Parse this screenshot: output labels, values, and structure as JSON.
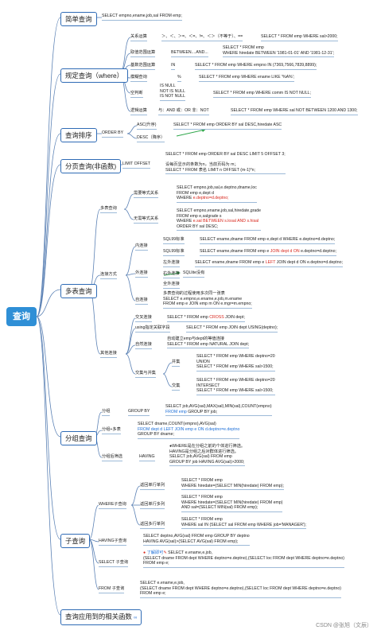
{
  "root": "查询",
  "branches": {
    "simple": "简单查询",
    "where": "规定查询（where）",
    "order": "查询排序",
    "page": "分页查询(非函数)",
    "multi": "多表查询",
    "group": "分组查询",
    "subq": "子查询",
    "funcs": "查询应用到的相关函数"
  },
  "simple_sql": "SELECT empno,ename,job,sal FROM emp;",
  "where": {
    "rel_label": "关系运算",
    "rel_ops": "＞、＜、＞=、＜=、!=、＜＞（不等于）、==",
    "rel_sql": "SELECT * FROM emp WHERE sal>2000;",
    "range_label": "取值范围运算",
    "range_op": "BETWEEN....AND...",
    "range_sql": [
      "SELECT * FROM emp",
      "WHERE hiredate BETWEEN '1981-01-01' AND '1981-12-31';"
    ],
    "base_label": "基数范围运算",
    "base_op": "IN",
    "base_sql": "SELECT * FROM emp WHERE empno IN (7369,7566,7839,8899);",
    "fuzzy_label": "模糊查询",
    "fuzzy_op": "%",
    "fuzzy_sql": "SELECT * FROM emp WHERE ename LIKE '%A%';",
    "null_label": "空判断",
    "null_ops": [
      "IS NULL",
      "NOT IS NULL",
      "IS NOT NULL"
    ],
    "null_sql": "SELECT * FROM emp WHERE comm IS NOT NULL;",
    "logic_label": "逻辑运算",
    "logic_ops": "与：AND 或：OR 非：NOT",
    "logic_sql": "SELECT * FROM emp WHERE sal NOT BETWEEN 1200 AND 1300;"
  },
  "order": {
    "kw": "ORDER BY",
    "asc": "ASC(升序)",
    "desc": "DESC（降序）",
    "sql": "SELECT * FROM emp ORDER BY sal DESC,hiredate ASC"
  },
  "page": {
    "kw": "LIMIT  OFFSET",
    "lines": [
      "SELECT * FROM emp ORDER BY sal DESC LIMIT 5 OFFSET 3;",
      "",
      "设每页显示的条数为n，当前页码为 m；",
      "SELECT * FROM 表名 LIMIT n OFFSET (m-1)*n;"
    ]
  },
  "multi": {
    "mt_label": "多表查询",
    "eq_label": "需要等式关系",
    "eq_sql": [
      "SELECT empno,job,sal,e.deptno,dname,loc",
      "FROM emp e,dept d"
    ],
    "eq_red": "e.deptno=d.deptno;",
    "eq_where": "WHERE ",
    "neq_label": "无需等式关系",
    "neq_sql": [
      "SELECT empno,ename,job,sal,hiredate,grade",
      "FROM emp e,salgrade s"
    ],
    "neq_where": "WHERE ",
    "neq_red": "e.sal BETWEEN s.losal AND s.hisal",
    "neq_tail": "ORDER BY sal DESC;",
    "join_label": "连接方式",
    "inner_label": "内连接",
    "sql99": "SQL99标准",
    "inner99": "SELECT ename,dname FROM emp e,dept d WHERE e.deptno=d.deptno;",
    "sql99b": "SQL99标准",
    "inner99b_a": "SELECT ename,dname FROM emp e ",
    "inner99b_red": "JOIN dept d ON",
    "inner99b_b": " e.deptno=d.deptno;",
    "outer_label": "外连接",
    "left_label": "左外连接",
    "left_a": "SELECT ename,dname FROM emp e ",
    "left_red": "LEFT",
    "left_b": " JOIN dept d ON e.deptno=d.deptno;",
    "right_label": "右外连接",
    "right_note": "SQLlite没有",
    "full_label": "全外连接",
    "self_label": "自连接",
    "self_lines": [
      "多表查询的过程使用多次同一张表",
      "SELECT e.empno,e.ename,e.job,m.ename",
      "FROM emp e JOIN emp m ON e.mgr=m.empno;"
    ],
    "other_label": "其他连接",
    "cross_label": "交叉连接",
    "cross_a": "SELECT * FROM emp ",
    "cross_red": "CROSS",
    "cross_b": " JOIN dept;",
    "using_label": "using指定关联字段",
    "using_sql": "SELECT * FROM emp JOIN dept USING(deptno);",
    "natural_label": "自然连接",
    "natural_lines": [
      "自动建立emp与dept的等值连接",
      "SELECT * FROM emp NATURAL JOIN dept;"
    ],
    "set_label": "交集与并集",
    "union_label": "并集",
    "union_lines": [
      "SELECT * FROM emp WHERE deptno=20",
      "UNION",
      "SELECT * FROM emp WHERE sal>1500;"
    ],
    "inter_label": "交集",
    "inter_lines": [
      "SELECT * FROM emp WHERE deptno=20",
      "INTERSECT",
      "SELECT * FROM emp WHERE sal>1500;"
    ]
  },
  "group": {
    "g_label": "分组",
    "g_kw": "GROUP BY",
    "g_line1": "SELECT job,AVG(sal),MAX(sal),MIN(sal),COUNT(empno)",
    "g_line2_blue": "FROM emp",
    "g_line2_b": "  GROUP BY job;",
    "gm_label": "分组+多表",
    "gm_line1": "SELECT dname,COUNT(empno),AVG(sal)",
    "gm_line2": "FROM dept d LEFT JOIN emp e ON d.deptno=e.deptno",
    "gm_line3": "GROUP BY dname;",
    "gf_label": "分组后筛选",
    "gf_kw": "HAVING",
    "gf_lines": [
      "●WHERE是在分组之前的个体进行筛选。",
      "HAVING是分组之后对群体进行筛选。",
      "SELECT job,AVG(sal)     FROM emp",
      "GROUP BY job     HAVING AVG(sal)>2000;"
    ]
  },
  "subq": {
    "where_label": "WHERE子查询",
    "single_row": "返回单行单列",
    "single_row_lines": [
      "SELECT * FROM emp",
      "WHERE hiredate=(SELECT MIN(hiredate) FROM emp);"
    ],
    "multi_col": "返回单行多列",
    "multi_col_lines": [
      "SELECT * FROM emp",
      "WHERE hiredate=(SELECT MIN(hiredate) FROM emp)",
      "AND sal=(SELECT MIN(sal) FROM emp);"
    ],
    "multi_row": "返回多行单列",
    "multi_row_lines": [
      "SELECT * FROM emp",
      "WHERE sal IN (SELECT sal FROM emp WHERE job='MANAGER');"
    ],
    "having_label": "HAVING子查询",
    "having_lines": [
      "SELECT deptno,AVG(sal)  FROM emp    GROUP BY deptno",
      "HAVING AVG(sal)>(SELECT AVG(sal) FROM emp);"
    ],
    "select_label": "SELECT 子查询",
    "select_note": "了解即可",
    "select_lines": [
      "SELECT e.ename,e.job,",
      "(SELECT dname FROM dept WHERE deptno=e.deptno),(SELECT loc FROM dept WHERE deptno=e.deptno)",
      "FROM emp e;"
    ],
    "select_first": "SELECT e.ename,e.job,",
    "from_label": "FROM 子查询",
    "from_lines": [
      "SELECT e.ename,e.job,",
      "(SELECT dname FROM dept WHERE deptno=e.deptno),(SELECT loc FROM dept WHERE deptno=e.deptno)",
      "FROM emp e;"
    ]
  },
  "watermark": "CSDN @张旭（文辰）",
  "colors": {
    "root": "#2f8fd6",
    "branch_border": "#2f6bb5",
    "line": "#3f6fa8",
    "red": "#d8261c",
    "blue": "#1d6fd8",
    "arrow": "#2ea64a"
  }
}
